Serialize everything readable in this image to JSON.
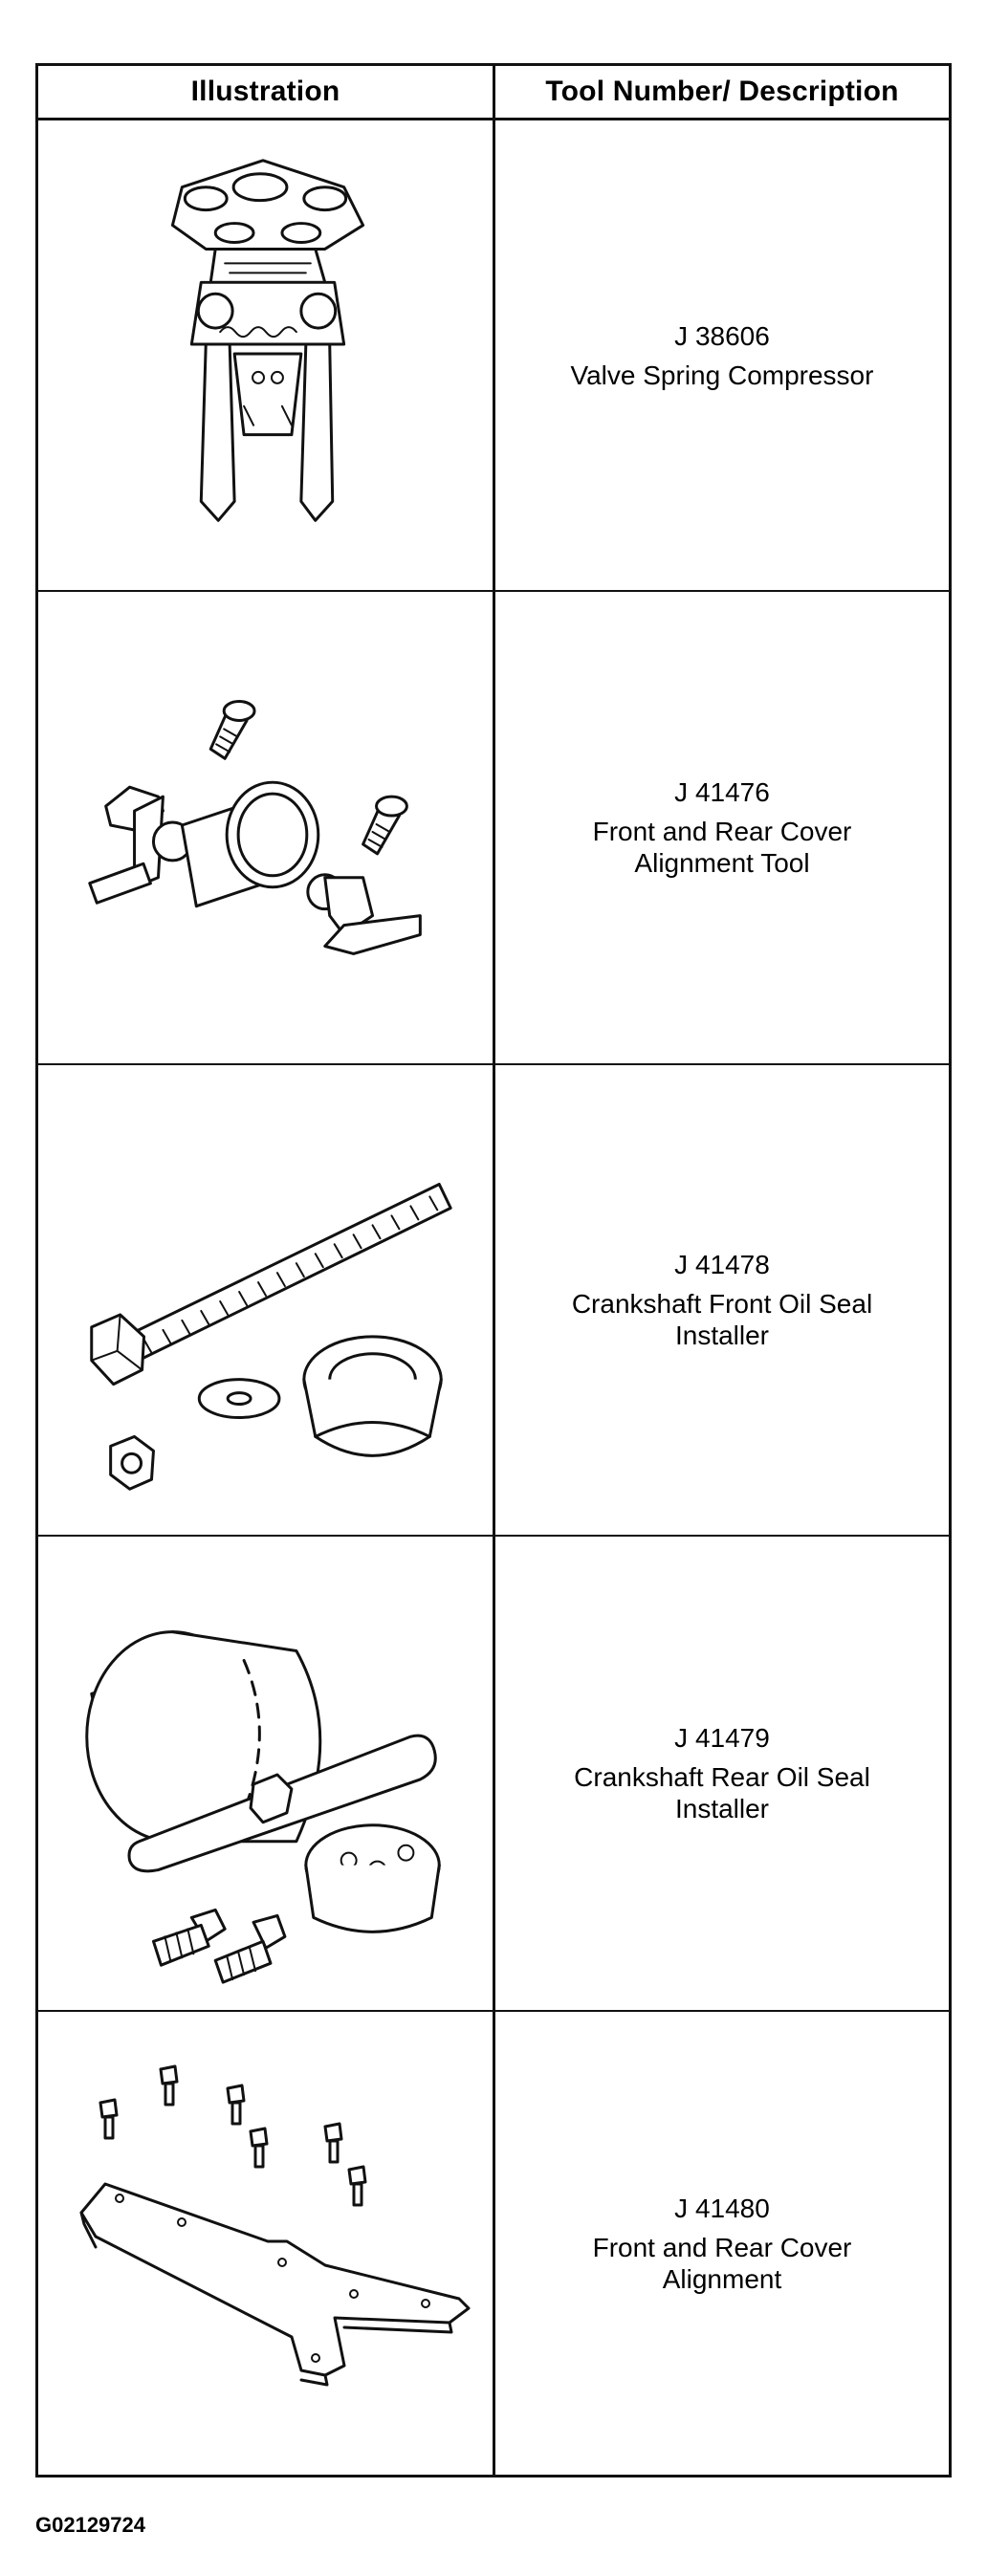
{
  "table": {
    "headers": {
      "illustration": "Illustration",
      "tool": "Tool Number/ Description"
    },
    "rows": [
      {
        "tool_number": "J 38606",
        "description": "Valve Spring Compressor",
        "illustration_icon": "valve-spring-compressor-illustration"
      },
      {
        "tool_number": "J 41476",
        "description": "Front and Rear Cover Alignment Tool",
        "illustration_icon": "cover-alignment-tool-illustration"
      },
      {
        "tool_number": "J 41478",
        "description": "Crankshaft Front Oil Seal Installer",
        "illustration_icon": "front-oil-seal-installer-illustration"
      },
      {
        "tool_number": "J 41479",
        "description": "Crankshaft Rear Oil Seal Installer",
        "illustration_icon": "rear-oil-seal-installer-illustration"
      },
      {
        "tool_number": "J 41480",
        "description": "Front and Rear Cover Alignment",
        "illustration_icon": "cover-alignment-plate-illustration"
      }
    ]
  },
  "footer": {
    "figure_code": "G02129724"
  }
}
